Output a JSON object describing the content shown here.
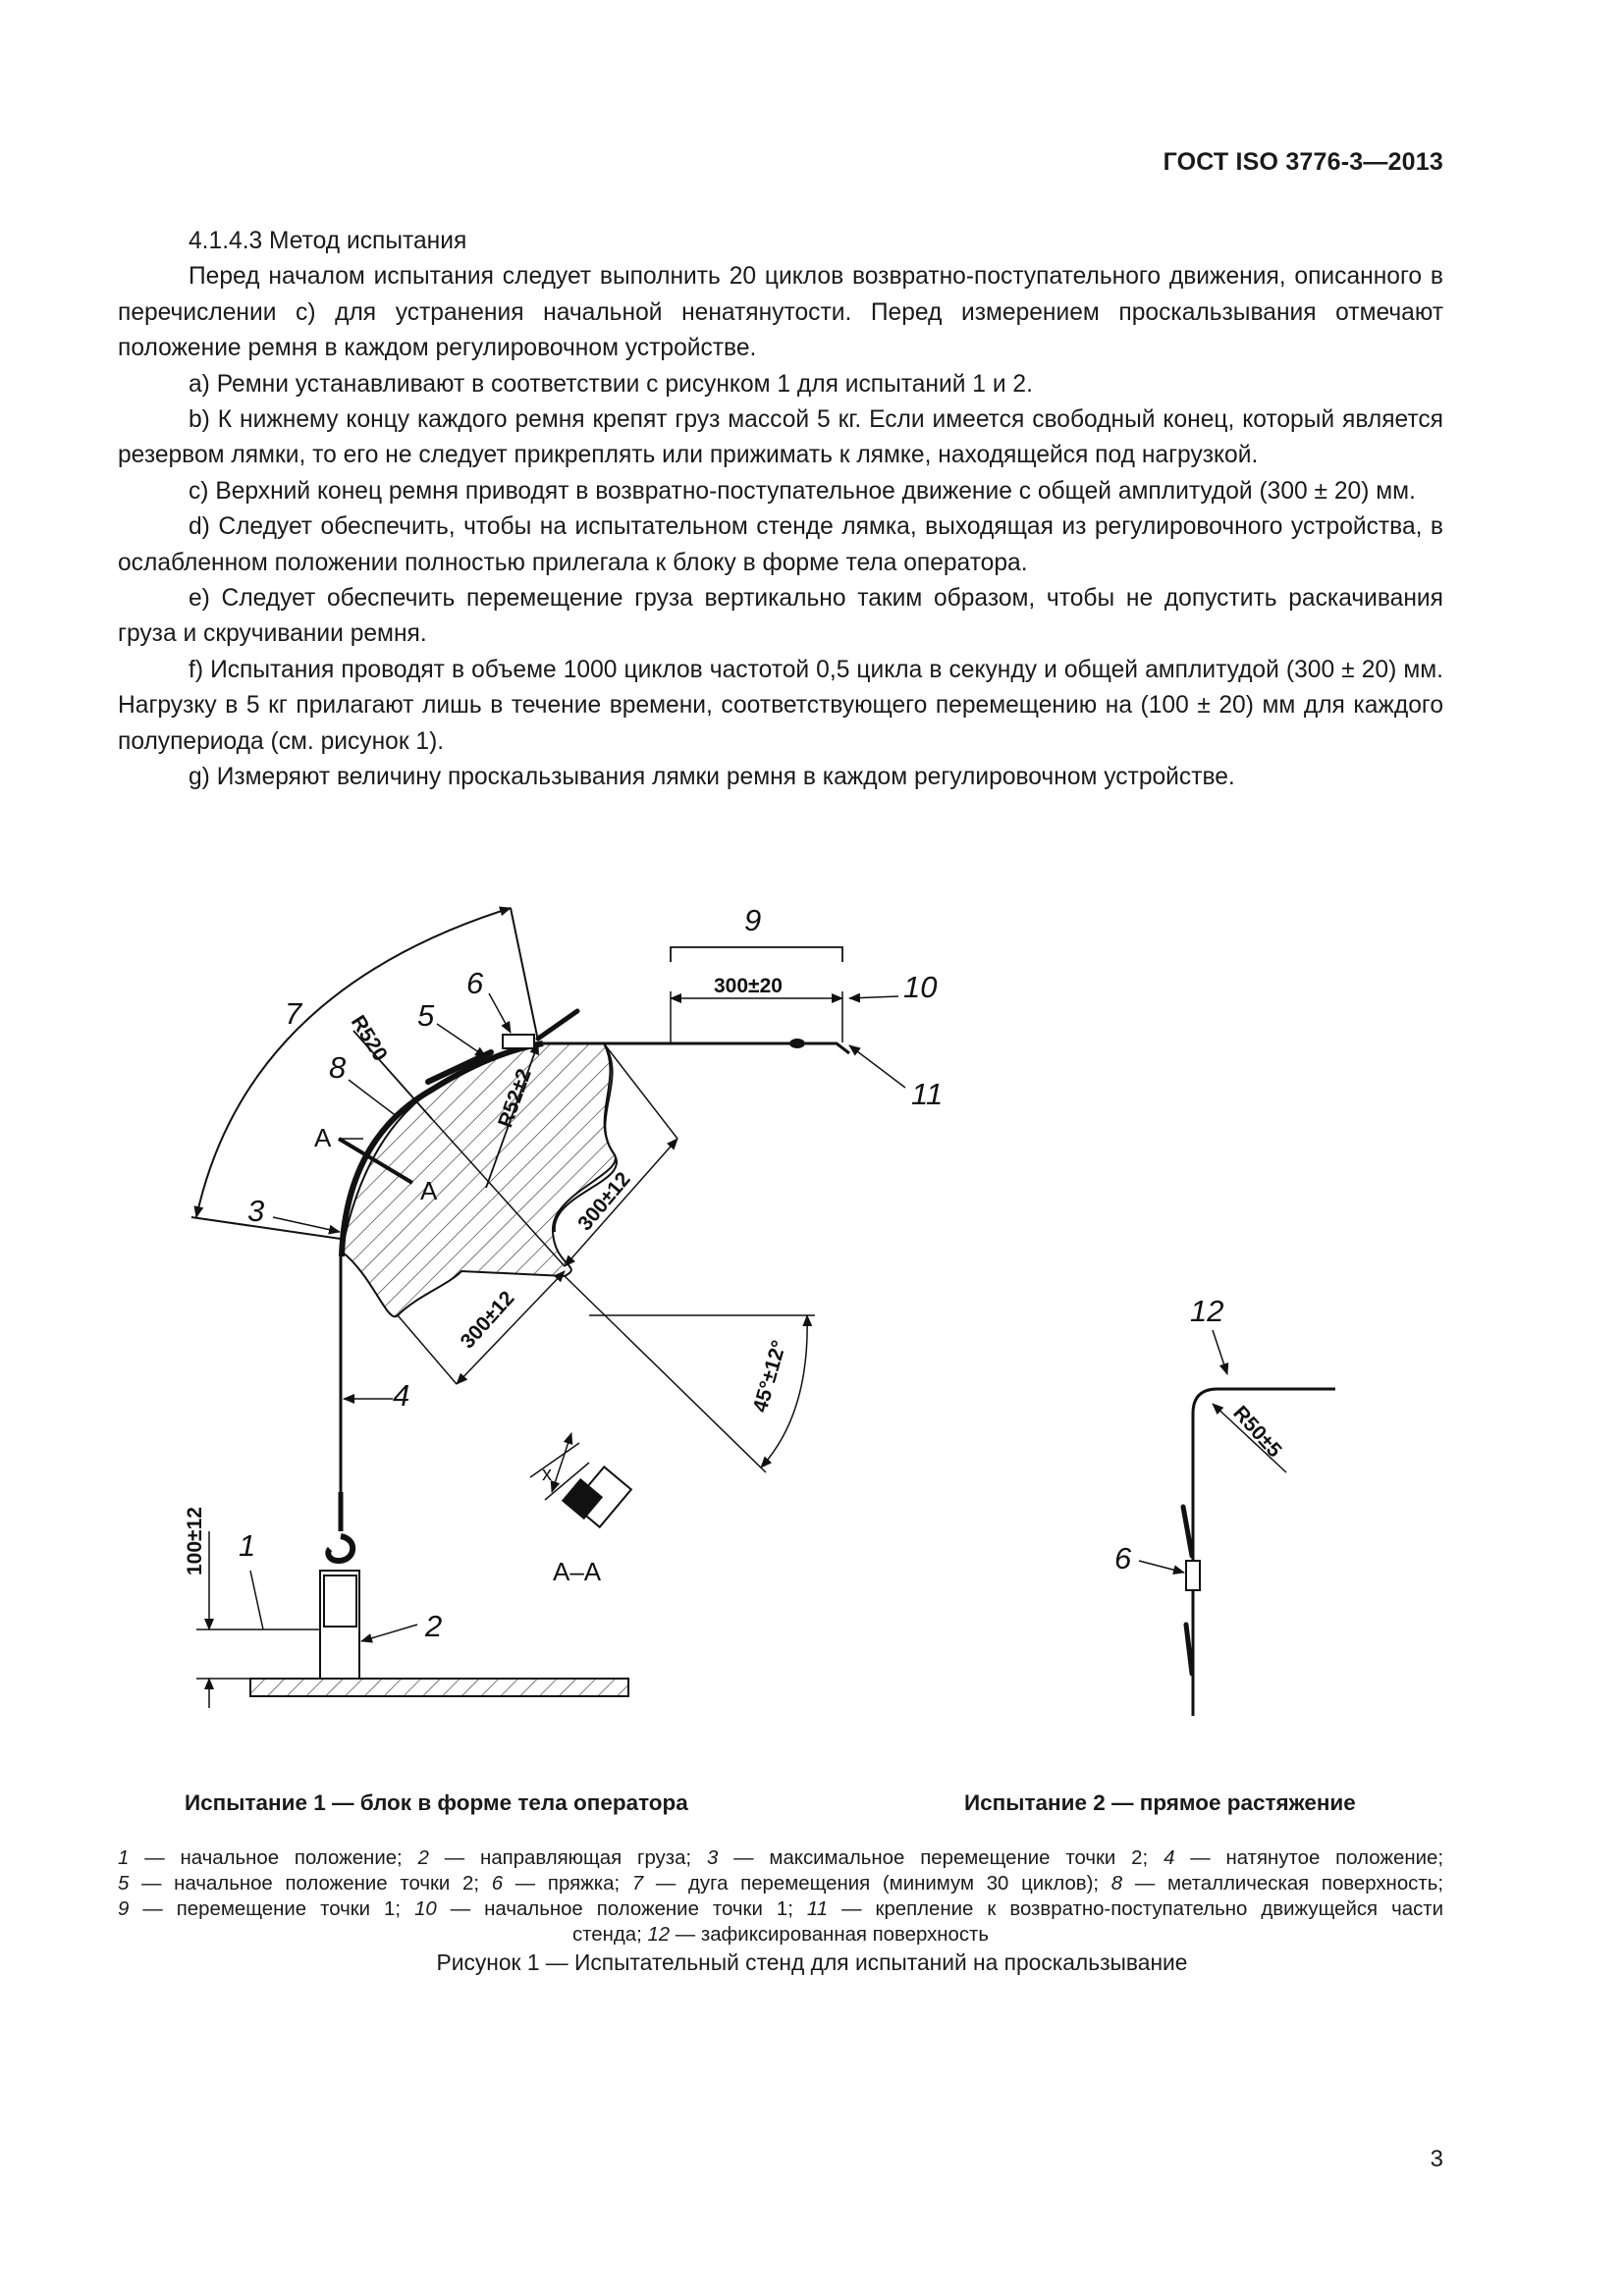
{
  "header": {
    "doc_code": "ГОСТ ISO 3776-3—2013"
  },
  "section": {
    "title": "4.1.4.3 Метод испытания",
    "paragraphs": [
      "Перед началом испытания следует выполнить 20 циклов возвратно-поступательного движения, описанного в перечислении с) для устранения начальной ненатянутости. Перед измерением проскальзывания отмечают положение ремня в каждом регулировочном устройстве.",
      "a) Ремни устанавливают в соответствии с рисунком 1 для испытаний 1 и 2.",
      "b) К нижнему концу каждого ремня крепят груз массой 5 кг. Если имеется свободный конец, который является резервом лямки, то его не следует прикреплять или прижимать к лямке, находящейся под нагрузкой.",
      "c) Верхний конец ремня приводят в возвратно-поступательное движение с общей амплитудой (300 ± 20) мм.",
      "d) Следует обеспечить, чтобы на испытательном стенде лямка, выходящая из регулировочного устройства, в ослабленном положении полностью прилегала к блоку в форме тела оператора.",
      "e) Следует обеспечить перемещение груза вертикально таким образом, чтобы не допустить раскачивания груза и скручивании ремня.",
      "f) Испытания проводят в объеме 1000 циклов частотой 0,5 цикла в секунду и общей амплитудой (300 ± 20) мм. Нагрузку в 5 кг прилагают лишь в течение времени, соответствующего перемещению на (100 ± 20) мм для каждого полупериода (см. рисунок 1).",
      "g) Измеряют величину проскальзывания лямки ремня в каждом регулировочном устройстве."
    ]
  },
  "figure": {
    "labels": {
      "n1": "1",
      "n2": "2",
      "n3": "3",
      "n4": "4",
      "n5": "5",
      "n6": "6",
      "n7": "7",
      "n8": "8",
      "n9": "9",
      "n10": "10",
      "n11": "11",
      "n12": "12",
      "n6b": "6",
      "A_top": "A",
      "A_bottom": "A",
      "section_AA": "А–А",
      "x": "x"
    },
    "dimensions": {
      "d300_20": "300±20",
      "r520": "R520",
      "r52": "R52±2",
      "d300_12_right": "300±12",
      "d300_12_bottom": "300±12",
      "angle": "45°±12°",
      "d100_12": "100±12",
      "r50": "R50±5"
    },
    "caption_test1": "Испытание 1 — блок в форме тела оператора",
    "caption_test2": "Испытание 2 — прямое растяжение",
    "legend": [
      {
        "num": "1",
        "text": " — начальное положение; "
      },
      {
        "num": "2",
        "text": " — направляющая груза; "
      },
      {
        "num": "3",
        "text": " — максимальное перемещение точки 2; "
      },
      {
        "num": "4",
        "text": " — натянутое положение;"
      },
      {
        "num": "5",
        "text": " — начальное положение точки 2; "
      },
      {
        "num": "6",
        "text": " — пряжка; "
      },
      {
        "num": "7",
        "text": " — дуга перемещения (минимум 30 циклов); "
      },
      {
        "num": "8",
        "text": " — металлическая поверхность;"
      },
      {
        "num": "9",
        "text": " — перемещение точки 1; "
      },
      {
        "num": "10",
        "text": " — начальное положение точки 1; "
      },
      {
        "num": "11",
        "text": " — крепление к возвратно-поступательно движущейся части"
      },
      {
        "num": "",
        "text": "стенда; "
      },
      {
        "num": "12",
        "text": " — зафиксированная поверхность"
      }
    ],
    "title": "Рисунок 1 — Испытательный стенд для испытаний на проскальзывание"
  },
  "page_number": "3"
}
